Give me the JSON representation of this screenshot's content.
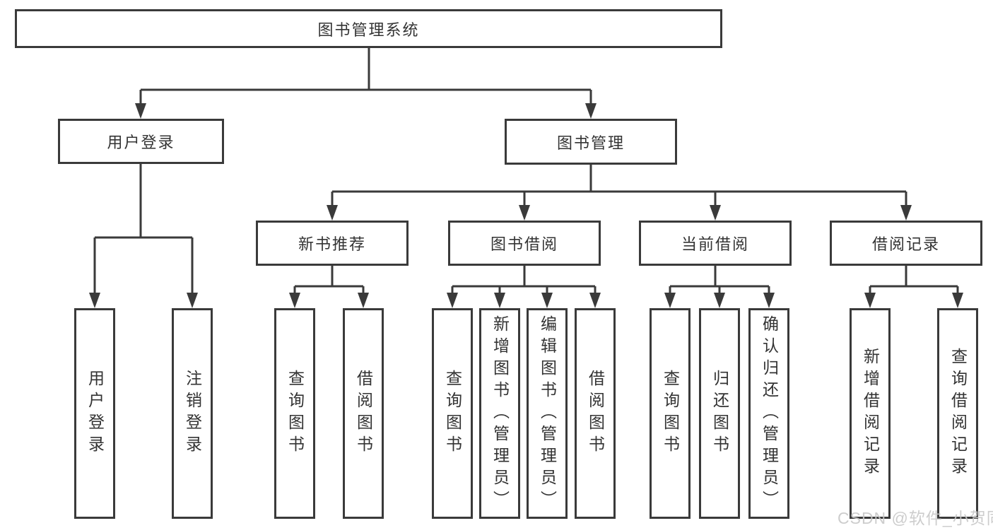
{
  "colors": {
    "line": "#3a3a3a",
    "text": "#333333",
    "box_background": "#ffffff",
    "page_background": "#ffffff",
    "watermark": "#c8c8c8"
  },
  "watermark": {
    "text": "CSDN @软件_小贺同学"
  },
  "tree": {
    "root": {
      "label": "图书管理系统",
      "children": [
        {
          "label": "用户登录",
          "children": [
            {
              "label": "用户登录"
            },
            {
              "label": "注销登录"
            }
          ]
        },
        {
          "label": "图书管理",
          "children": [
            {
              "label": "新书推荐",
              "children": [
                {
                  "label": "查询图书"
                },
                {
                  "label": "借阅图书"
                }
              ]
            },
            {
              "label": "图书借阅",
              "children": [
                {
                  "label": "查询图书"
                },
                {
                  "label": "新增图书（管理员）"
                },
                {
                  "label": "编辑图书（管理员）"
                },
                {
                  "label": "借阅图书"
                }
              ]
            },
            {
              "label": "当前借阅",
              "children": [
                {
                  "label": "查询图书"
                },
                {
                  "label": "归还图书"
                },
                {
                  "label": "确认归还（管理员）"
                }
              ]
            },
            {
              "label": "借阅记录",
              "children": [
                {
                  "label": "新增借阅记录"
                },
                {
                  "label": "查询借阅记录"
                }
              ]
            }
          ]
        }
      ]
    }
  }
}
